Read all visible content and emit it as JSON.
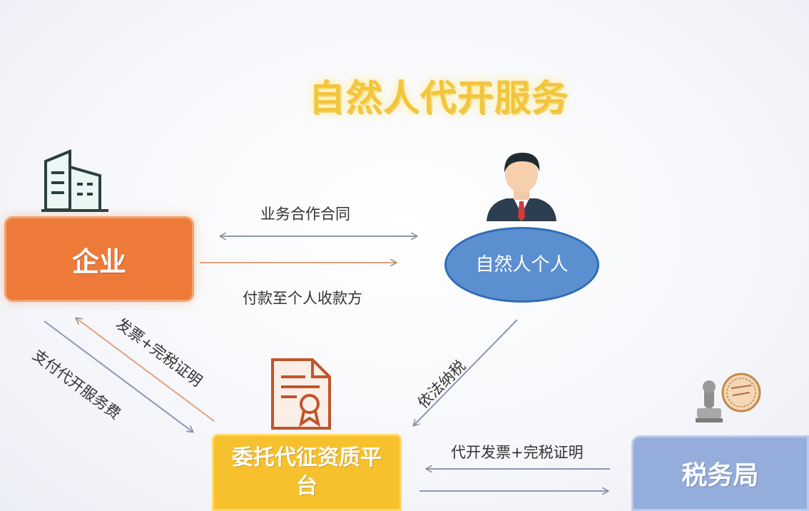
{
  "title": "自然人代开服务",
  "nodes": {
    "enterprise": "企业",
    "person": "自然人个人",
    "platform": "委托代征资质平台",
    "tax_bureau": "税务局"
  },
  "edges": {
    "contract": "业务合作合同",
    "payment": "付款至个人收款方",
    "invoice_to_enterprise": "发票+完税证明",
    "pay_service_fee": "支付代开服务费",
    "tax_filing": "依法纳税",
    "invoice_issue": "代开发票+完税证明"
  },
  "colors": {
    "enterprise": "#ee7a3a",
    "person": "#5b8fd0",
    "platform": "#f7c12e",
    "tax_bureau": "#95addb",
    "title": "#f2c53d"
  },
  "icons": [
    "building-icon",
    "businessman-icon",
    "certificate-icon",
    "stamp-icon"
  ]
}
